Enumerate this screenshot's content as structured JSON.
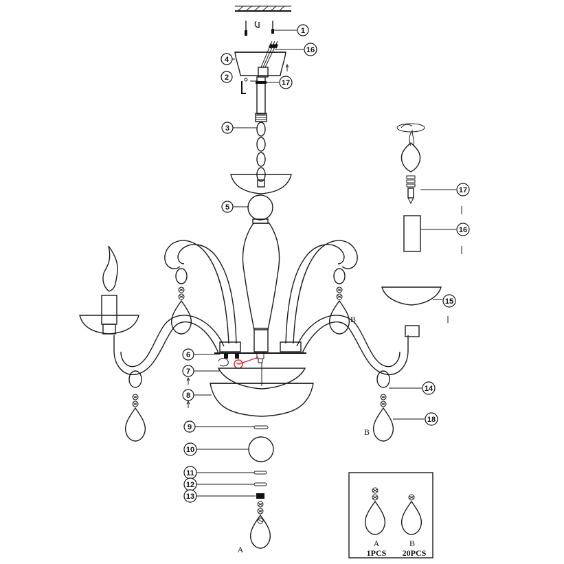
{
  "callouts": [
    {
      "n": "1"
    },
    {
      "n": "16"
    },
    {
      "n": "4"
    },
    {
      "n": "2"
    },
    {
      "n": "17"
    },
    {
      "n": "3"
    },
    {
      "n": "5"
    },
    {
      "n": "6"
    },
    {
      "n": "7"
    },
    {
      "n": "8"
    },
    {
      "n": "9"
    },
    {
      "n": "10"
    },
    {
      "n": "11"
    },
    {
      "n": "12"
    },
    {
      "n": "13"
    },
    {
      "n": "14"
    },
    {
      "n": "18"
    },
    {
      "n": "15"
    },
    {
      "n": "16"
    },
    {
      "n": "17"
    }
  ],
  "labels": {
    "a_bottom": "A",
    "b_left": "B",
    "b_right": "B"
  },
  "legend": {
    "a_letter": "A",
    "a_qty": "1PCS",
    "b_letter": "B",
    "b_qty": "20PCS"
  }
}
